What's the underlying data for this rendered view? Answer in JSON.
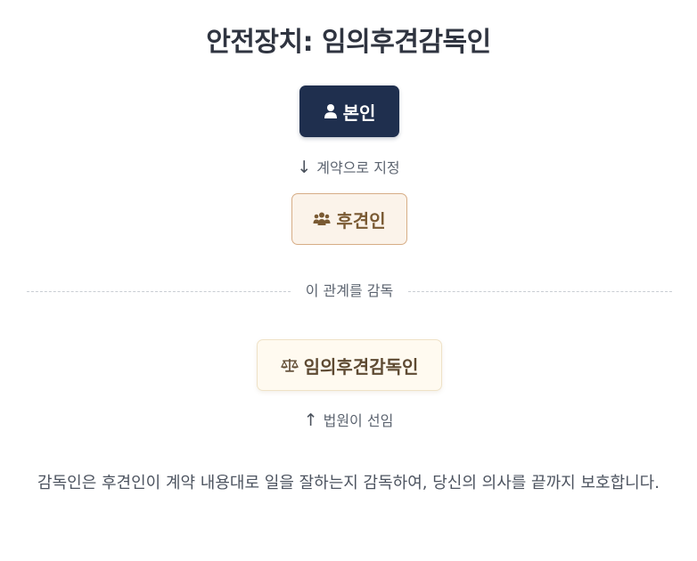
{
  "title": "안전장치: 임의후견감독인",
  "nodes": {
    "self": {
      "label": "본인",
      "icon": "person-icon"
    },
    "guardian": {
      "label": "후견인",
      "icon": "group-icon"
    },
    "supervisor": {
      "label": "임의후견감독인",
      "icon": "scale-icon"
    }
  },
  "connectors": {
    "contract": {
      "arrow": "↓",
      "label": "계약으로 지정"
    },
    "court": {
      "arrow": "↑",
      "label": "법원이 선임"
    }
  },
  "divider": {
    "label": "이 관계를 감독"
  },
  "description": "감독인은 후견인이 계약 내용대로 일을 잘하는지 감독하여, 당신의 의사를 끝까지 보호합니다.",
  "colors": {
    "self_bg": "#1f2f4e",
    "guardian_bg": "#fbf3ea",
    "guardian_border": "#d7ad86",
    "supervisor_bg": "#fffaf0",
    "supervisor_border": "#efe2c7"
  }
}
